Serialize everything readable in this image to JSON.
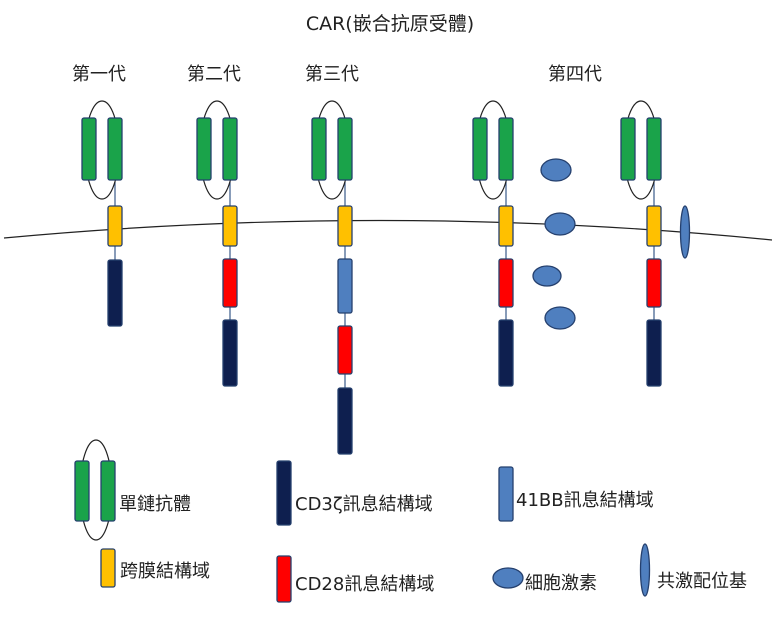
{
  "title": "CAR(嵌合抗原受體)",
  "generations": {
    "first": "第一代",
    "second": "第二代",
    "third": "第三代",
    "fourth": "第四代"
  },
  "legend": {
    "scfv": "單鏈抗體",
    "transmembrane": "跨膜結構域",
    "cd3z": "CD3ζ訊息結構域",
    "cd28": "CD28訊息結構域",
    "bb41": "41BB訊息結構域",
    "cytokine": "細胞激素",
    "costim": "共激配位基"
  },
  "colors": {
    "scfv": "#1aa34a",
    "transmembrane": "#ffc000",
    "cd3z": "#0e1f4f",
    "cd28": "#ff0000",
    "bb41": "#4f7fbf",
    "cytokine": "#4f7fbf",
    "costim": "#4f7fbf",
    "outline": "#25406e"
  }
}
